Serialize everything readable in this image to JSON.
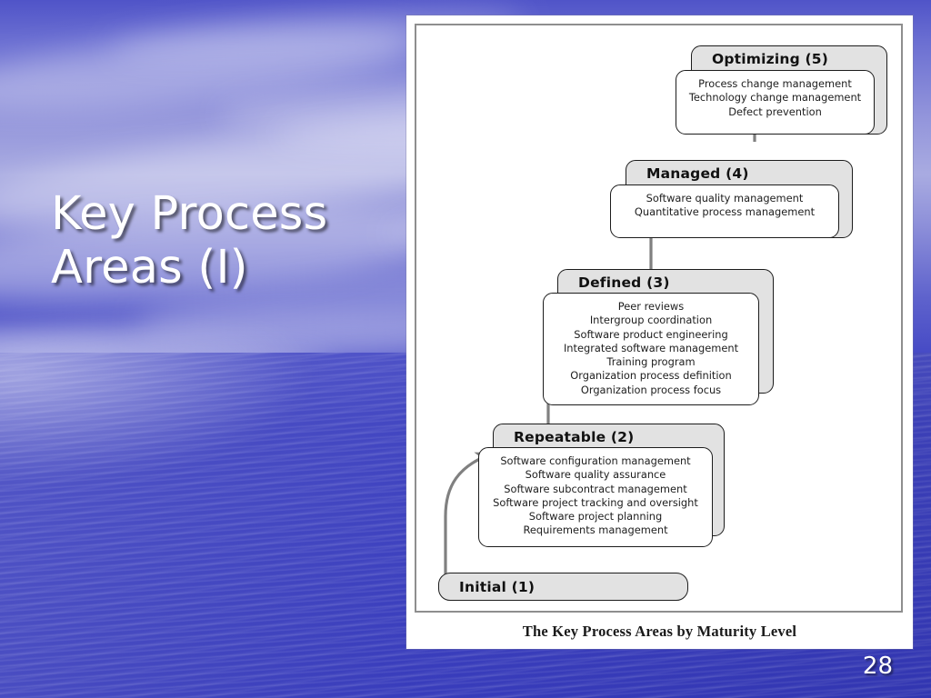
{
  "slide": {
    "title": "Key Process Areas\n(I)",
    "title_line1": "Key Process",
    "title_line2": "Areas (I)",
    "page_number": "28",
    "background": {
      "theme": "ocean-sky",
      "sky_color": "#6b6fd2",
      "water_color": "#3c40be",
      "accent_color": "#ffffff"
    }
  },
  "figure": {
    "caption": "The Key Process Areas by Maturity Level",
    "frame_border_color": "#8e8e8e",
    "header_fill": "#e2e2e2",
    "body_fill": "#ffffff",
    "arrow_color": "#808080",
    "levels": [
      {
        "id": "initial",
        "title": "Initial (1)",
        "number": 1,
        "key_process_areas": []
      },
      {
        "id": "repeatable",
        "title": "Repeatable (2)",
        "number": 2,
        "key_process_areas": [
          "Software configuration management",
          "Software quality assurance",
          "Software subcontract management",
          "Software project tracking and oversight",
          "Software project planning",
          "Requirements management"
        ]
      },
      {
        "id": "defined",
        "title": "Defined (3)",
        "number": 3,
        "key_process_areas": [
          "Peer reviews",
          "Intergroup coordination",
          "Software product engineering",
          "Integrated software management",
          "Training program",
          "Organization process definition",
          "Organization process focus"
        ]
      },
      {
        "id": "managed",
        "title": "Managed (4)",
        "number": 4,
        "key_process_areas": [
          "Software quality management",
          "Quantitative process management"
        ]
      },
      {
        "id": "optimizing",
        "title": "Optimizing (5)",
        "number": 5,
        "key_process_areas": [
          "Process change management",
          "Technology change management",
          "Defect prevention"
        ]
      }
    ]
  }
}
